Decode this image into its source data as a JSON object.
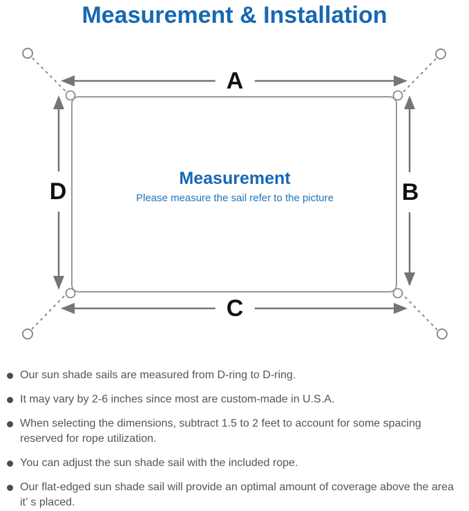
{
  "title": "Measurement & Installation",
  "colors": {
    "accent_blue": "#1668b3",
    "subtitle_blue": "#1f74ba",
    "diagram_line_gray": "#8a8a8a",
    "sail_border_gray": "#999999",
    "arrow_gray": "#757575",
    "dimension_label_black": "#111111",
    "body_text_gray": "#555555"
  },
  "diagram": {
    "labels": {
      "top": "A",
      "right": "B",
      "bottom": "C",
      "left": "D"
    },
    "center_title": "Measurement",
    "center_subtitle": "Please measure the sail refer to the picture"
  },
  "bullets": {
    "items": [
      "Our sun shade sails are measured from D-ring to D-ring.",
      "It may vary by 2-6 inches since most are custom-made in U.S.A.",
      "When selecting the dimensions, subtract 1.5 to 2 feet to account for some spacing reserved for rope utilization.",
      "You can adjust the sun shade sail with the included rope.",
      "Our flat-edged sun shade sail will provide an optimal amount of coverage above the area it’ s placed."
    ]
  }
}
